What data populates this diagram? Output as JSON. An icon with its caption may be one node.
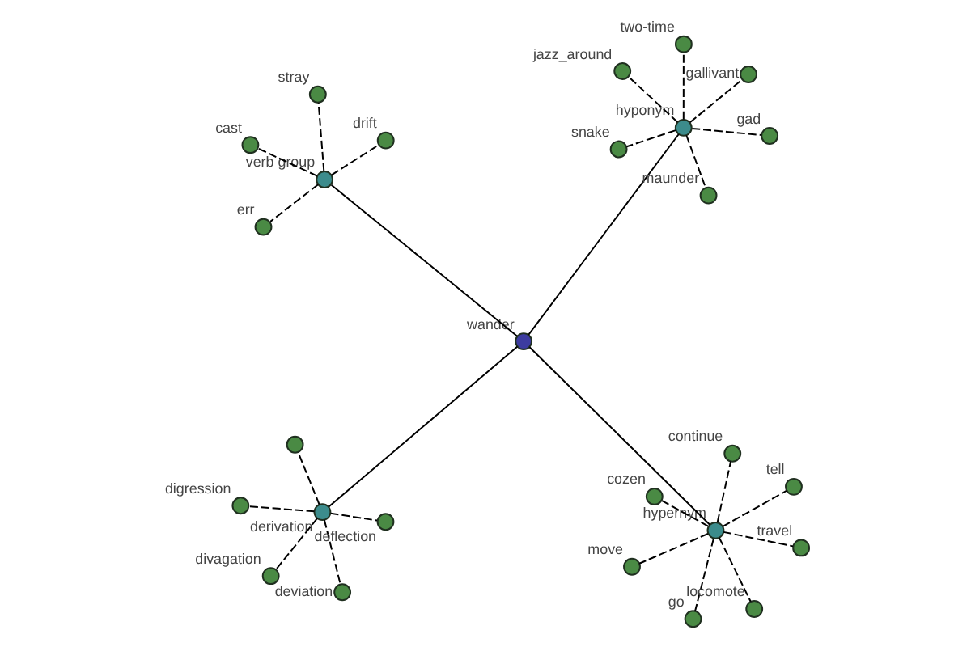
{
  "diagram": {
    "nodes": [
      {
        "text": [
          "wander"
        ]
      },
      {
        "text": [
          "derivation"
        ]
      },
      {
        "text": [
          "deviation"
        ]
      },
      {
        "text": [],
        "shape": "circle"
      },
      {
        "text": [
          "deflection"
        ]
      },
      {
        "text": [
          "digression"
        ]
      },
      {
        "text": [
          "divagation"
        ]
      },
      {
        "text": [
          "hypernym"
        ]
      },
      {
        "text": [
          "move"
        ]
      },
      {
        "text": [
          "travel"
        ]
      },
      {
        "text": [
          "go"
        ]
      },
      {
        "text": [
          "cozen"
        ]
      },
      {
        "text": [
          "drift"
        ]
      },
      {
        "text": [
          "tell"
        ]
      },
      {
        "text": [
          "continue"
        ]
      },
      {
        "text": [
          "locomote"
        ]
      },
      {
        "text": [
          "verb group"
        ]
      },
      {
        "text": [
          "stray"
        ]
      },
      {
        "text": [
          "err"
        ]
      },
      {
        "text": [
          "cast"
        ]
      },
      {
        "text": [
          "hyponym"
        ]
      },
      {
        "text": [
          "snake"
        ]
      },
      {
        "text": [
          "two-time"
        ]
      },
      {
        "text": [
          "gallivant"
        ]
      },
      {
        "text": [
          "jazz_around"
        ]
      },
      {
        "text": [
          "maunder"
        ]
      },
      {
        "text": [
          "gad"
        ]
      }
    ],
    "edges": [
      {
        "from": 0,
        "to": 1,
        "arrow": "none"
      },
      {
        "from": 1,
        "to": 2,
        "arrow": "none",
        "style": "dashed"
      },
      {
        "from": 1,
        "to": 3,
        "arrow": "none",
        "style": "dashed"
      },
      {
        "from": 1,
        "to": 4,
        "arrow": "none",
        "style": "dashed"
      },
      {
        "from": 1,
        "to": 5,
        "arrow": "none",
        "style": "dashed"
      },
      {
        "from": 1,
        "to": 6,
        "arrow": "none",
        "style": "dashed"
      },
      {
        "from": 0,
        "to": 7,
        "arrow": "none"
      },
      {
        "from": 7,
        "to": 8,
        "arrow": "none",
        "style": "dashed"
      },
      {
        "from": 7,
        "to": 9,
        "arrow": "none",
        "style": "dashed"
      },
      {
        "from": 7,
        "to": 10,
        "arrow": "none",
        "style": "dashed"
      },
      {
        "from": 7,
        "to": 11,
        "arrow": "none",
        "style": "dashed"
      },
      {
        "from": 7,
        "to": 13,
        "arrow": "none",
        "style": "dashed"
      },
      {
        "from": 7,
        "to": 14,
        "arrow": "none",
        "style": "dashed"
      },
      {
        "from": 7,
        "to": 15,
        "arrow": "none",
        "style": "dashed"
      },
      {
        "from": 0,
        "to": 16,
        "arrow": "none"
      },
      {
        "from": 16,
        "to": 12,
        "arrow": "none",
        "style": "dashed"
      },
      {
        "from": 16,
        "to": 17,
        "arrow": "none",
        "style": "dashed"
      },
      {
        "from": 16,
        "to": 18,
        "arrow": "none",
        "style": "dashed"
      },
      {
        "from": 16,
        "to": 19,
        "arrow": "none",
        "style": "dashed"
      },
      {
        "from": 0,
        "to": 20,
        "arrow": "none"
      },
      {
        "from": 20,
        "to": 21,
        "arrow": "none",
        "style": "dashed"
      },
      {
        "from": 20,
        "to": 22,
        "arrow": "none",
        "style": "dashed"
      },
      {
        "from": 20,
        "to": 23,
        "arrow": "none",
        "style": "dashed"
      },
      {
        "from": 20,
        "to": 24,
        "arrow": "none",
        "style": "dashed"
      },
      {
        "from": 20,
        "to": 25,
        "arrow": "none",
        "style": "dashed"
      },
      {
        "from": 20,
        "to": 26,
        "arrow": "none",
        "style": "dashed"
      }
    ]
  }
}
